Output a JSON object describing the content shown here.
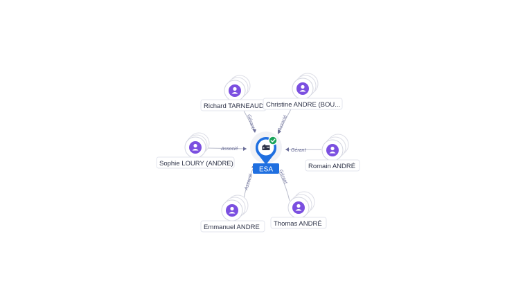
{
  "company": {
    "name": "ESA",
    "icon": "building-icon",
    "status": "active-check-icon",
    "color": "#1f6fe0"
  },
  "people": [
    {
      "name": "Richard TARNEAUD",
      "role": "Gérant"
    },
    {
      "name": "Christine ANDRE (BOU...",
      "role": "Associé"
    },
    {
      "name": "Sophie LOURY (ANDRE)",
      "role": "Associé"
    },
    {
      "name": "Romain ANDRÉ",
      "role": "Gérant"
    },
    {
      "name": "Emmanuel ANDRE",
      "role": "Associé"
    },
    {
      "name": "Thomas ANDRÉ",
      "role": "Gérant"
    }
  ],
  "person_icon": "person-icon",
  "person_color": "#7b4fe0"
}
